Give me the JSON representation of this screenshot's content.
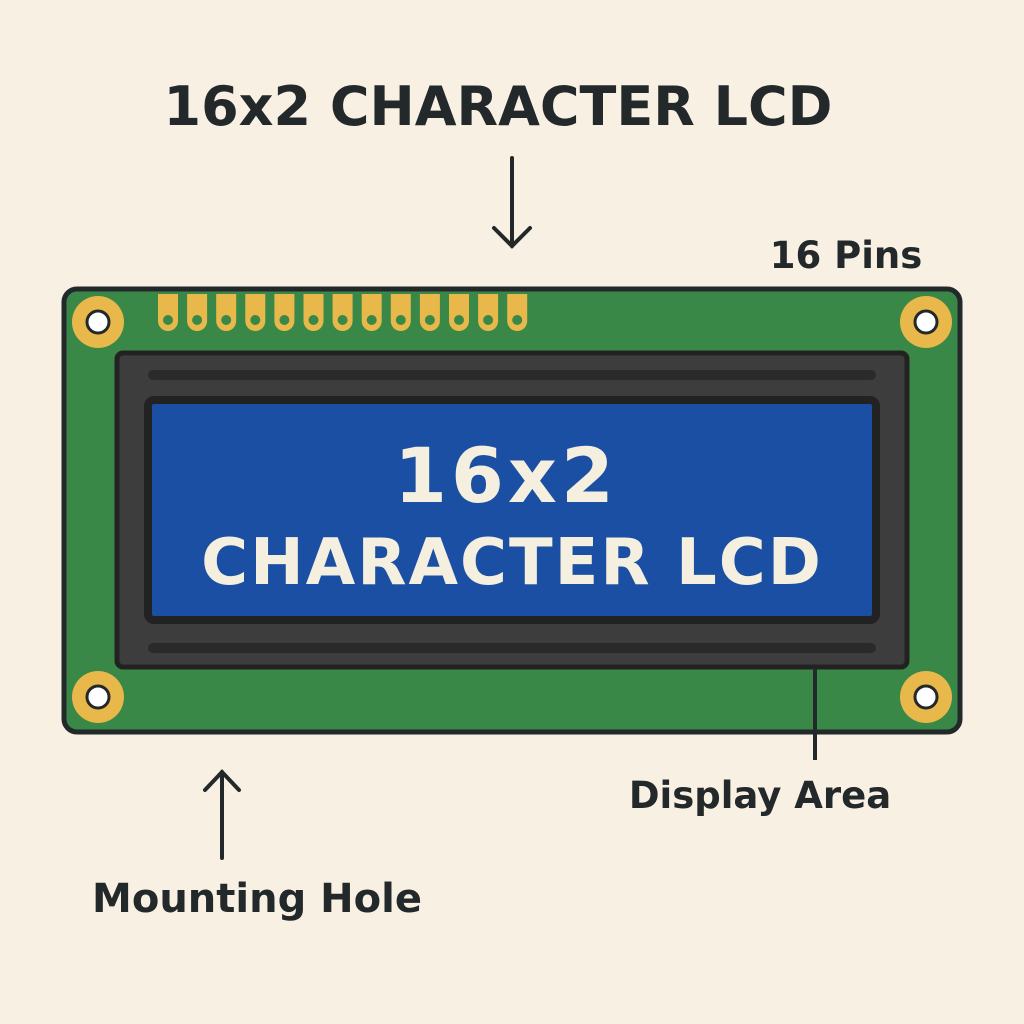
{
  "title": "16x2 CHARACTER LCD",
  "screen": {
    "line1": "16x2",
    "line2": "CHARACTER LCD"
  },
  "labels": {
    "pins": "16 Pins",
    "display_area": "Display Area",
    "mounting_hole": "Mounting Hole"
  },
  "pin_count_drawn": 13,
  "colors": {
    "background": "#f8f0e3",
    "pcb": "#3a8848",
    "gold": "#e8b84a",
    "bezel": "#3d3d3d",
    "screen": "#1a4fa3",
    "ink": "#23282a",
    "screen_text": "#f5efe0"
  }
}
